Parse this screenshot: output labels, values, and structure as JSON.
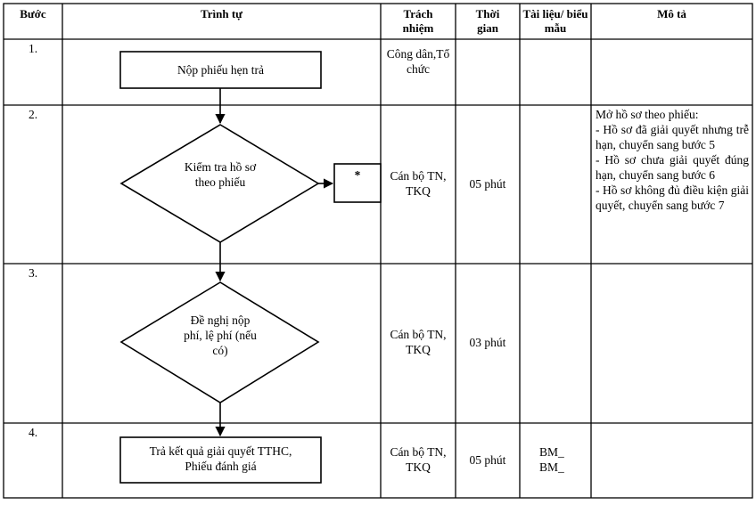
{
  "headers": {
    "step": "Bước",
    "sequence": "Trình tự",
    "responsibility": "Trách nhiệm",
    "time": "Thời gian",
    "documents": "Tài liệu/ biểu mẫu",
    "description": "Mô tả"
  },
  "rows": [
    {
      "step": "1.",
      "process_text": "Nộp phiếu hẹn trả",
      "responsibility": "Công dân,Tổ chức",
      "time": "",
      "documents": [],
      "description": []
    },
    {
      "step": "2.",
      "process_text_lines": [
        "Kiểm tra hồ sơ",
        "theo phiếu"
      ],
      "side_box": "*",
      "responsibility": "Cán bộ TN, TKQ",
      "time": "05 phút",
      "documents": [],
      "description": [
        "Mở hồ sơ theo phiếu:",
        "- Hồ sơ đã giải quyết nhưng trễ hạn, chuyển sang bước 5",
        "- Hồ sơ chưa giải quyết đúng hạn, chuyển sang bước 6",
        "- Hồ sơ không đủ điều kiện giải quyết, chuyển sang bước 7"
      ]
    },
    {
      "step": "3.",
      "process_text_lines": [
        "Đề nghị nộp",
        "phí, lệ phí (nếu",
        "có)"
      ],
      "responsibility": "Cán bộ TN, TKQ",
      "time": "03 phút",
      "documents": [],
      "description": []
    },
    {
      "step": "4.",
      "process_text_lines": [
        "Trả kết quả giải quyết TTHC,",
        "Phiếu đánh giá"
      ],
      "responsibility": "Cán bộ TN, TKQ",
      "time": "05 phút",
      "documents": [
        "BM_",
        "BM_"
      ],
      "description": []
    }
  ]
}
